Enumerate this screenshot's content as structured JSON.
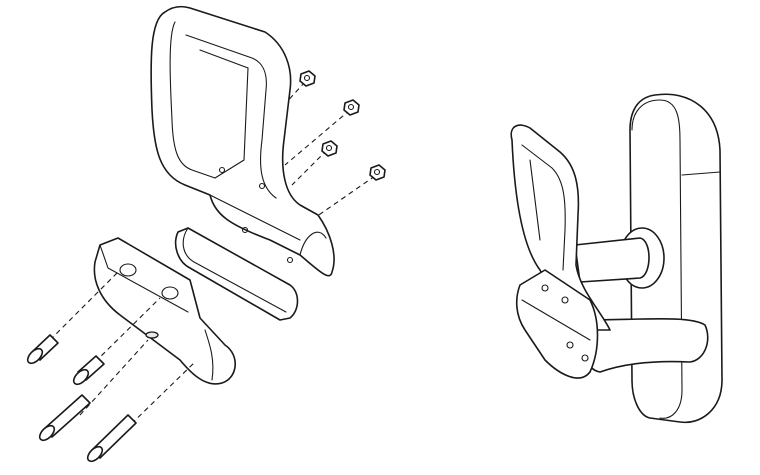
{
  "colors": {
    "stroke": "#1a1a1a",
    "background": "#ffffff",
    "shade": "#e9e9e9"
  },
  "views": [
    {
      "name": "exploded-view",
      "parts": [
        "handle-frame",
        "nut",
        "nut",
        "nut",
        "nut",
        "clamp-bracket",
        "clamp-strip",
        "screw",
        "screw",
        "screw",
        "screw"
      ]
    },
    {
      "name": "assembled-view",
      "parts": [
        "door-plate",
        "door-lever",
        "handle-frame",
        "clamp-bracket"
      ]
    }
  ]
}
